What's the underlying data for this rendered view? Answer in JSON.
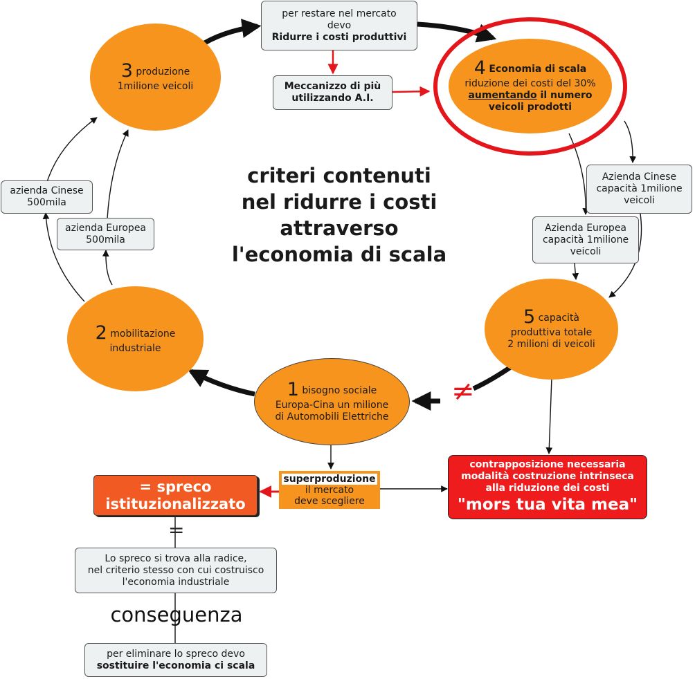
{
  "title_lines": [
    "criteri contenuti",
    "nel ridurre i costi",
    "attraverso",
    "l'economia di scala"
  ],
  "node1": {
    "num": "1",
    "label1": "bisogno sociale",
    "label2": "Europa-Cina un milione",
    "label3": "di Automobili Elettriche"
  },
  "node2": {
    "num": "2",
    "label1": "mobilitazione",
    "label2": "industriale"
  },
  "node3": {
    "num": "3",
    "label1": "produzione",
    "label2": "1milione veicoli"
  },
  "node4": {
    "num": "4",
    "label1": "Economia di scala",
    "label2": "riduzione dei costi del 30%",
    "label3_u": "aumentando",
    "label3_rest": " il numero",
    "label4": "veicoli prodotti"
  },
  "node5": {
    "num": "5",
    "label1": "capacità",
    "label2": "produttiva  totale",
    "label3": "2 milioni di veicoli"
  },
  "box_mercato": {
    "line1": "per restare nel mercato",
    "line2": "devo",
    "line3": "Ridurre i costi produttivi"
  },
  "box_meccanizzo": {
    "line1": "Meccanizzo di più",
    "line2": "utilizzando A.I."
  },
  "box_cinese_left": {
    "line1": "azienda Cinese",
    "line2": "500mila"
  },
  "box_europea_left": {
    "line1": "azienda Europea",
    "line2": "500mila"
  },
  "box_cinese_right": {
    "line1": "Azienda Cinese",
    "line2": "capacità 1milione",
    "line3": "veicoli"
  },
  "box_europea_right": {
    "line1": "Azienda Europea",
    "line2": "capacità 1milione",
    "line3": "veicoli"
  },
  "superproduzione": {
    "line1": "superproduzione",
    "line2": "il mercato",
    "line3": "deve scegliere"
  },
  "spreco": {
    "line1": "= spreco",
    "line2": "istituzionalizzato"
  },
  "mors": {
    "line1": "contrapposizione necessaria",
    "line2": "modalità costruzione intrinseca",
    "line3": "alla riduzione dei costi",
    "line4": "\"mors tua vita mea\""
  },
  "box_radice": {
    "line1": "Lo spreco si trova alla radice,",
    "line2": "nel criterio stesso con cui costruisco",
    "line3": "l'economia industriale"
  },
  "conseguenza": "conseguenza",
  "box_eliminare": {
    "line1": "per eliminare lo spreco devo",
    "line2": "sostituire l'economia ci scala"
  },
  "symbols": {
    "not_equal": "≠",
    "equal": "="
  },
  "colors": {
    "node_orange": "#f7941d",
    "spreco_orange": "#f15a22",
    "alert_red": "#ee1c1c",
    "box_fill": "#eef1f2"
  }
}
